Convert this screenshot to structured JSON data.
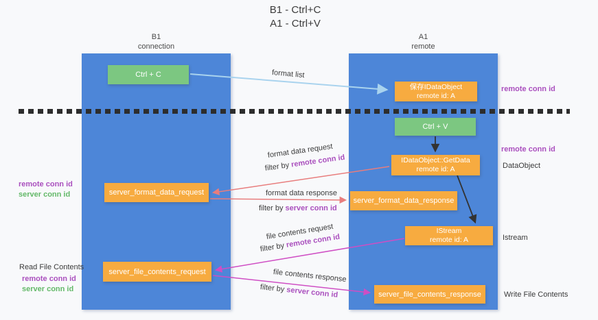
{
  "title": {
    "line1": "B1 - Ctrl+C",
    "line2": "A1 - Ctrl+V"
  },
  "columns": {
    "left": {
      "name": "B1",
      "role": "connection"
    },
    "right": {
      "name": "A1",
      "role": "remote"
    }
  },
  "boxes": {
    "ctrl_c": "Ctrl + C",
    "save_idataobject": {
      "line1": "保存IDataObject",
      "line2": "remote id: A"
    },
    "ctrl_v": "Ctrl + V",
    "getdata": {
      "line1": "IDataObject::GetData",
      "line2": "remote id: A"
    },
    "format_request": "server_format_data_request",
    "format_response": "server_format_data_response",
    "istream": {
      "line1": "IStream",
      "line2": "remote id: A"
    },
    "file_request": "server_file_contents_request",
    "file_response": "server_file_contents_response"
  },
  "arrow_labels": {
    "format_list": "format list",
    "format_data_request": "format data request",
    "filter_remote_1": {
      "prefix": "filter by",
      "term": "remote conn id"
    },
    "format_data_response": "format data response",
    "filter_server_1": {
      "prefix": "filter by",
      "term": "server conn id"
    },
    "file_contents_request": "file contents request",
    "filter_remote_2": {
      "prefix": "filter by",
      "term": "remote conn id"
    },
    "file_contents_response": "file contents response",
    "filter_server_2": {
      "prefix": "filter by",
      "term": "server conn id"
    }
  },
  "side_labels": {
    "right_remote_1": "remote conn id",
    "right_remote_2": "remote conn id",
    "dataobject": "DataObject",
    "istream": "Istream",
    "write_file": "Write File Contents",
    "left_remote_1": "remote conn id",
    "left_server_1": "server conn id",
    "read_file": "Read File Contents",
    "left_remote_2": "remote conn id",
    "left_server_2": "server conn id"
  },
  "colors": {
    "lifeline_blue": "#4d86d8",
    "action_green": "#7cc781",
    "message_orange": "#f7ab40",
    "remote_conn_purple": "#aa50be",
    "server_conn_green": "#64b969",
    "format_arrow_red": "#e87d7d",
    "file_arrow_magenta": "#cf4ec4",
    "format_list_blue": "#a9d3ee",
    "black_arrow": "#333333"
  }
}
